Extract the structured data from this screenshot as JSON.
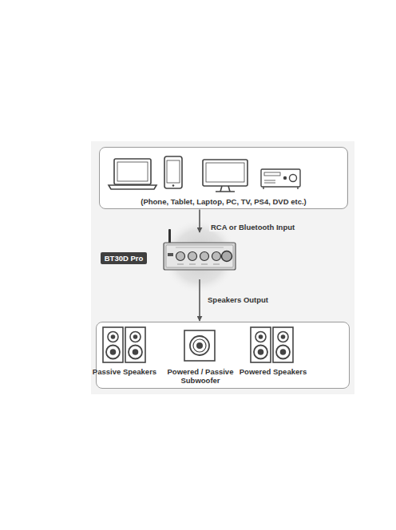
{
  "diagram": {
    "nodes": [
      {
        "text": [
          "(Phone, Tablet, Laptop, PC, TV, PS4, DVD etc.)"
        ]
      },
      {
        "text": [
          "BT30D Pro"
        ]
      },
      {
        "text": [
          "Passive Speakers",
          "Powered / Passive Subwoofer",
          "Powered Speakers"
        ]
      }
    ],
    "edges": [
      {
        "from": 0,
        "to": 1,
        "arrow": "to",
        "label": "RCA or Bluetooth Input"
      },
      {
        "from": 1,
        "to": 2,
        "arrow": "to",
        "label": "Speakers Output"
      }
    ]
  }
}
